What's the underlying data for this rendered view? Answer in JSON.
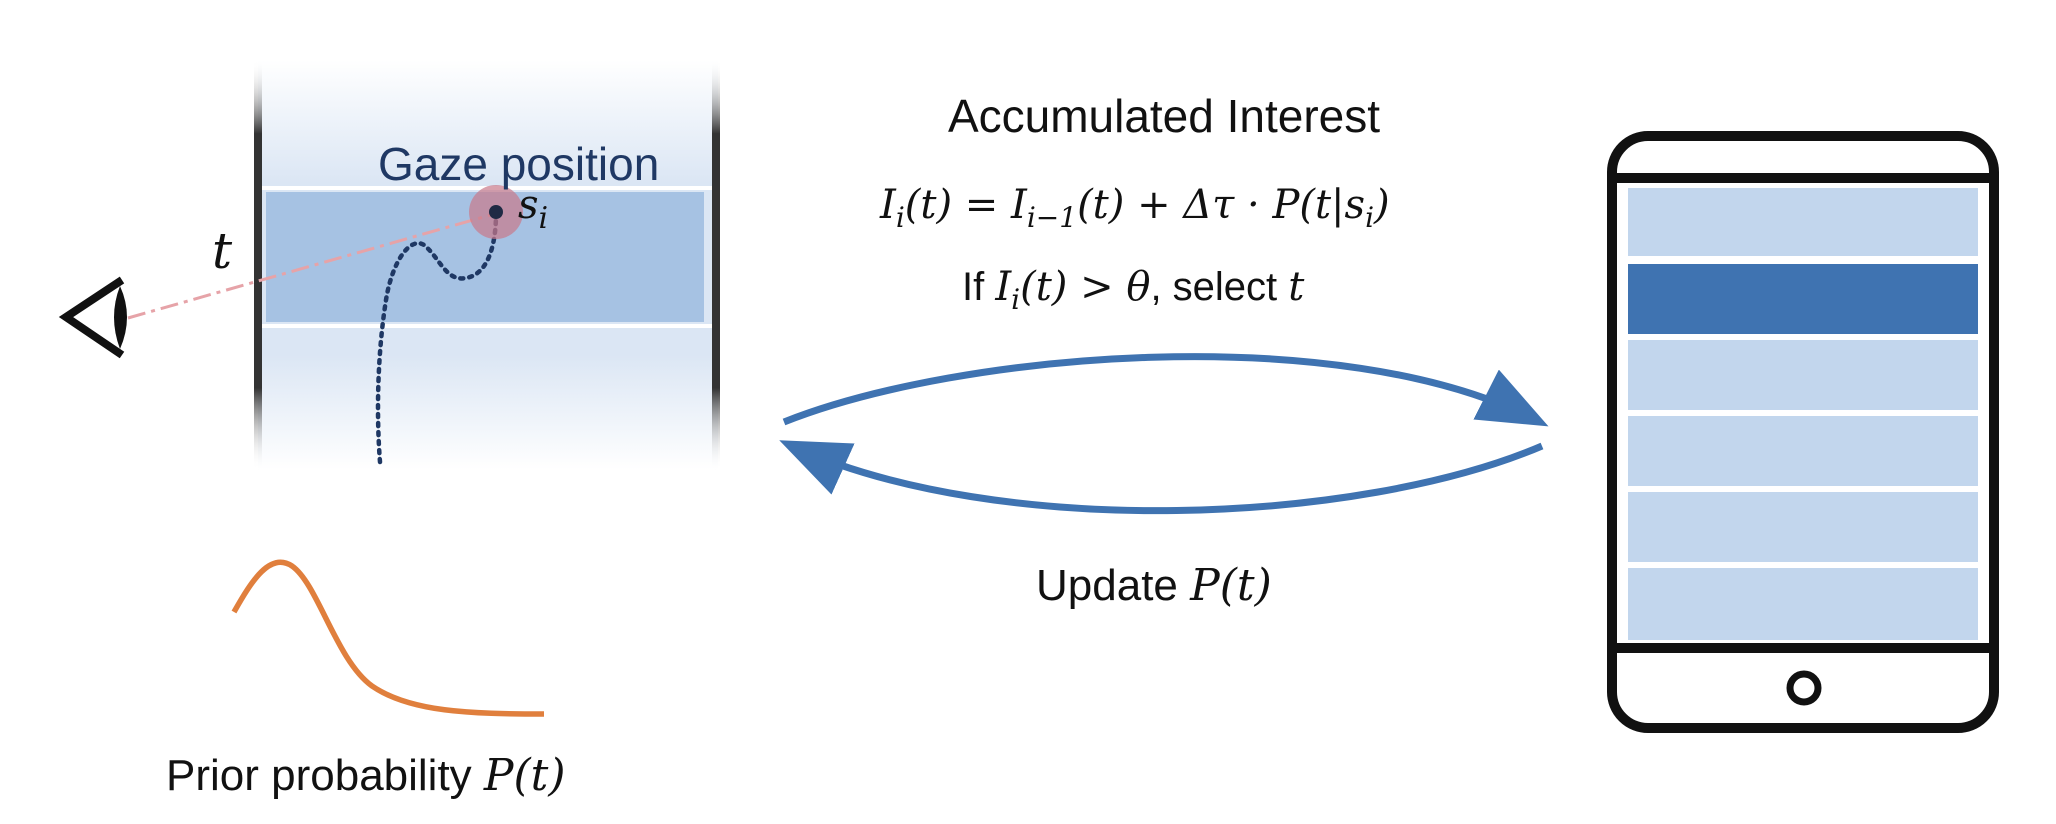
{
  "colors": {
    "band_light": "#dbe6f4",
    "band_highlight": "#a6c2e3",
    "arrow_blue": "#3f73b1",
    "curve_orange": "#e07f3d",
    "gaze_dot": "#c9798a",
    "gaze_text": "#1f3864",
    "phone_row": "#c2d6ed",
    "phone_selected": "#3f73b1",
    "phone_frame": "#111111"
  },
  "labels": {
    "gaze_position": "Gaze position",
    "target_var": "t",
    "sample_s": "s",
    "sample_sub": "i",
    "accumulated_interest": "Accumulated Interest",
    "update_prefix": "Update ",
    "update_func": "P(t)",
    "prior_prefix": "Prior probability ",
    "prior_func": "P(t)"
  },
  "formula": {
    "lhs_I": "I",
    "lhs_sub": "i",
    "lhs_arg": "(t) = ",
    "prev_I": "I",
    "prev_sub": "i−1",
    "prev_arg": "(t) + Δτ · P(t|s",
    "tail_sub": "i",
    "tail_close": ")"
  },
  "condition": {
    "if_word": "If ",
    "cond_I": "I",
    "cond_sub": "i",
    "cond_rest": "(t) > θ",
    "select_word": ", select ",
    "select_var": "t"
  },
  "icons": {
    "eye": "eye-icon",
    "phone": "smartphone-icon"
  }
}
